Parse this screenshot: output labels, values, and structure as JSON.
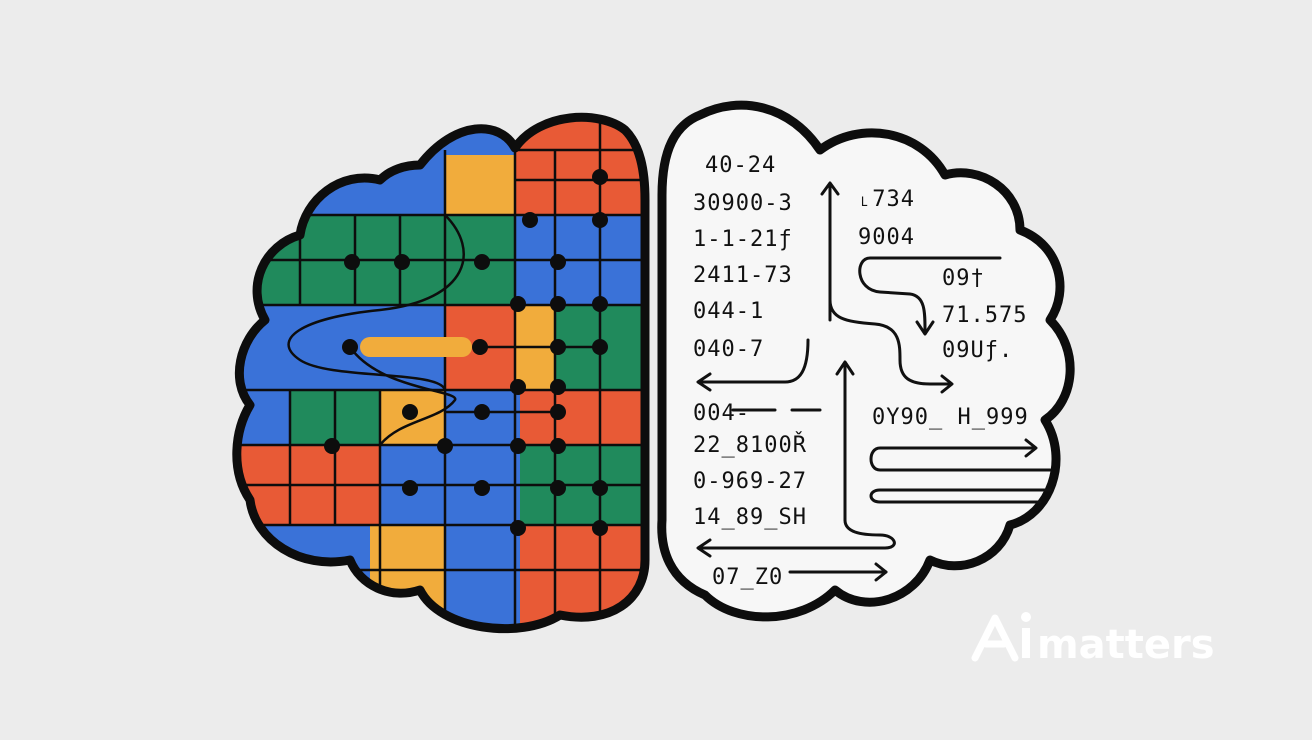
{
  "code_lines_left": [
    "40-24",
    "30900-3",
    "1-1-21ƒ",
    "2411-73",
    "044-1",
    "040-7",
    "004-",
    "22_8100Ř",
    "0-969-27",
    "14_89_SH",
    "07_Z0"
  ],
  "code_lines_right": [
    "˪734",
    "9004",
    "09†",
    "71.575",
    "09Uƒ.",
    "0Y90_ H_999"
  ],
  "brand": {
    "logo_text": "Ai",
    "word": "matters"
  },
  "colors": {
    "background": "#ececec",
    "outline": "#0d0d0d",
    "red": "#e85a36",
    "blue": "#3a72d8",
    "green": "#208a5c",
    "yellow": "#f1ac3c",
    "dot": "#0d0d0d"
  }
}
